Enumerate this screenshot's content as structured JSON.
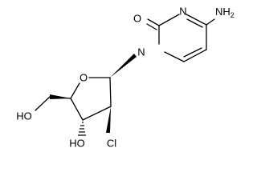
{
  "molecule": {
    "atoms": {
      "oxygen_carbonyl": "O",
      "nitrogen_ring_top": "N",
      "nitrogen_amine": "NH2",
      "amine_main": "NH",
      "amine_subscript": "2",
      "nitrogen_ring_glycosidic": "N",
      "oxygen_furanose": "O",
      "hydroxyl_primary": "HO",
      "hydroxyl_secondary": "HO",
      "chlorine": "Cl"
    }
  }
}
